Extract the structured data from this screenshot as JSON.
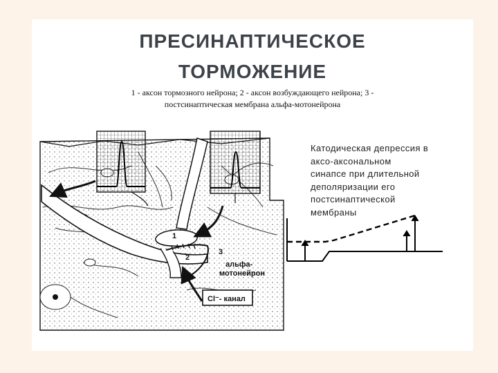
{
  "title": {
    "line1": "ПРЕСИНАПТИЧЕСКОЕ",
    "line2": "ТОРМОЖЕНИЕ"
  },
  "caption": {
    "line1": "1 - аксон тормозного нейрона; 2 - аксон возбуждающего нейрона; 3 -",
    "line2": "постсинаптическая мембрана альфа-мотонейрона"
  },
  "labels": {
    "num1": "1",
    "num2": "2",
    "num3": "3",
    "alpha_line1": "альфа-",
    "alpha_line2": "мотонейрон",
    "cl_channel": "Cl⁻- канал"
  },
  "side_text": {
    "lines": [
      "Катодическая депрессия в",
      "аксо-аксональном",
      "синапсе при длительной",
      "деполяризации его",
      "постсинаптической",
      "мембраны"
    ]
  },
  "colors": {
    "background": "#fdf3e9",
    "title": "#3d4248"
  }
}
